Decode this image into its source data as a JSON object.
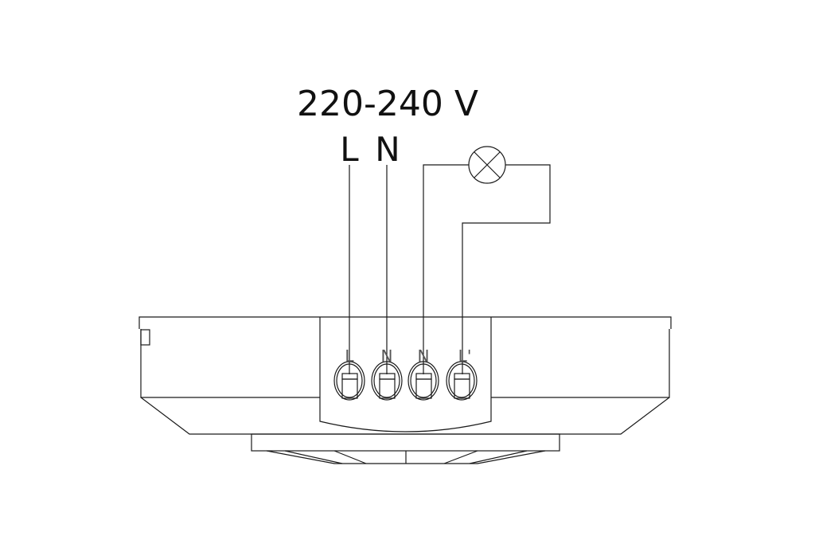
{
  "supply": {
    "voltage": "220-240 V",
    "line_label": "L",
    "neutral_label": "N"
  },
  "terminals": [
    {
      "label": "L"
    },
    {
      "label": "N"
    },
    {
      "label": "N"
    },
    {
      "label": "L'"
    }
  ],
  "load": {
    "icon": "lamp-icon"
  },
  "colors": {
    "line": "#1a1a1a",
    "background": "#ffffff"
  }
}
